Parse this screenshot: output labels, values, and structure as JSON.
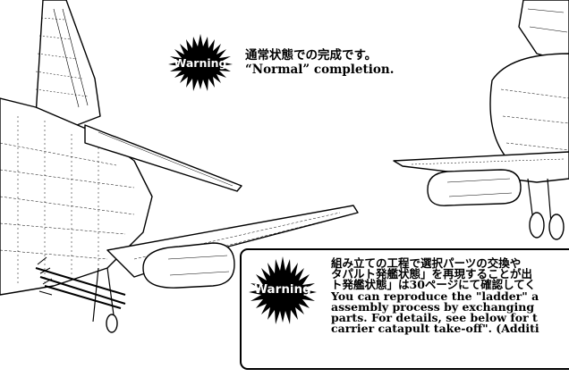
{
  "warning_top": {
    "badge_label": "Warning",
    "lines": [
      "通常状態での完成です。",
      "“Normal” completion."
    ]
  },
  "warning_bottom": {
    "badge_label": "Warning",
    "lines": [
      "組み立ての工程で選択パーツの交換や",
      "タパルト発艦状態」を再現することが出",
      "ト発艦状態」は30ページにて確認してく",
      "You can reproduce the \"ladder\" a",
      "assembly process by exchanging",
      "parts. For details, see below for t",
      "carrier catapult take-off\". (Additi"
    ]
  },
  "icons": {
    "warning_burst_1": "starburst-warning-icon",
    "warning_burst_2": "starburst-warning-icon"
  },
  "colors": {
    "ink": "#000000",
    "paper": "#ffffff"
  }
}
